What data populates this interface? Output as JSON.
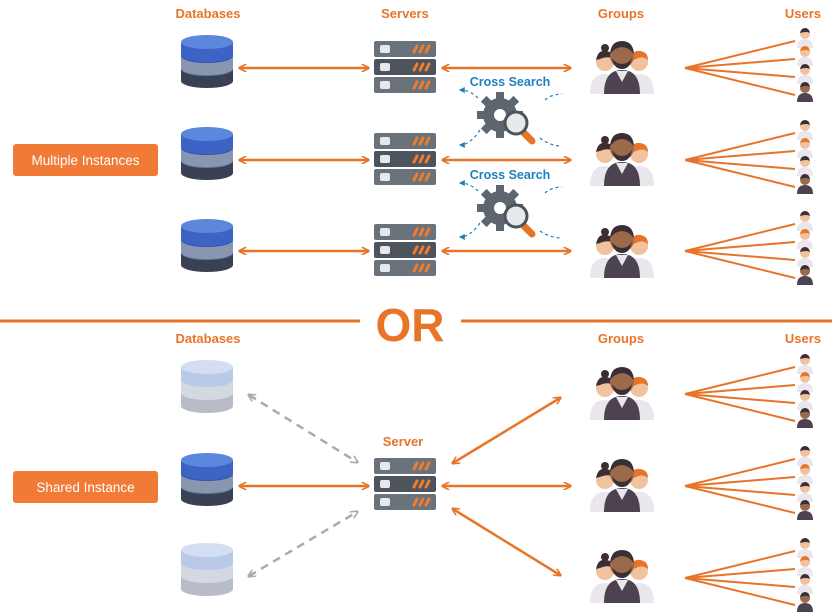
{
  "top": {
    "header_databases": "Databases",
    "header_servers": "Servers",
    "header_groups": "Groups",
    "header_users": "Users",
    "section_label": "Multiple Instances",
    "cross_search_1": "Cross Search",
    "cross_search_2": "Cross Search"
  },
  "divider": {
    "text": "OR"
  },
  "bottom": {
    "header_databases": "Databases",
    "header_server": "Server",
    "header_groups": "Groups",
    "header_users": "Users",
    "section_label": "Shared Instance"
  },
  "colors": {
    "accent": "#e8742a",
    "link_blue": "#1f7fbf",
    "db_active": "#3d63c4",
    "db_inactive": "#b9c9e8",
    "server": "#5e6670",
    "dashed_arrow": "#a7abb0"
  },
  "icons": [
    "database-icon",
    "server-icon",
    "group-icon",
    "user-icon",
    "search-gear-icon"
  ]
}
